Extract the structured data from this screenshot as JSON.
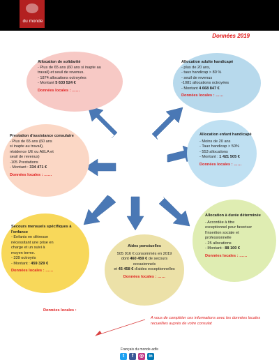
{
  "header": {
    "logo_text": "du monde",
    "year": "Données 2019"
  },
  "bubbles": {
    "solidarite": {
      "title": "Allocation de solidarité",
      "lines": [
        "- Plus de 65 ans (60 ans si inapte au",
        "travail) et seuil de revenus.",
        "- 1874 allocations octroyées"
      ],
      "amount_label": "- Montant ",
      "amount": "5 633 524 €",
      "local": "Données locales : ……"
    },
    "handicap_adulte": {
      "title": "Allocation adulte handicapé",
      "lines": [
        "- plus de 20 ans,",
        "- taux handicap > 80 %",
        "- seuil de revenus",
        "-1081 allocations octroyées"
      ],
      "amount_label": "- Montant ",
      "amount": "4 668 847 €",
      "local": "Données locales : ……"
    },
    "prestation": {
      "title": "Prestation d'assistance consulaire",
      "lines": [
        "- Plus de 65 ans (60 ans",
        "si inapte au travail),",
        "résidence UE ou AELA et",
        "seuil de revenus)",
        "-105 Prestations"
      ],
      "amount_label": "- Montant : ",
      "amount": "334 471 €",
      "local": "Données locales : ……"
    },
    "enfant_handicape": {
      "title": "Allocation enfant handicapé",
      "lines": [
        "- Moins de 20 ans",
        "- Taux handicap > 50%",
        "- 553 allocations"
      ],
      "amount_label": "- Montant : ",
      "amount": "1 421 505 €",
      "local": "Données locales : ……"
    },
    "secours_enfance": {
      "title": "Secours mensuels spécifiques à l'enfance",
      "lines": [
        "- Enfants en détresse",
        "nécessitant une prise en",
        "charge et un suivi à",
        "moyen terme.",
        "- 339 octroyés"
      ],
      "amount_label": "- Montant : ",
      "amount": "459 329 €",
      "local": "Données locales : ……"
    },
    "aides_ponctuelles": {
      "title": "Aides ponctuelles",
      "line1": "505 916 € consommés en 2019",
      "line2_prefix": "dont ",
      "line2_bold": "460 459 €",
      "line2_suffix": " de secours",
      "line3": "occasionnels",
      "line4_prefix": "et ",
      "line4_bold": "45 458 €",
      "line4_suffix": " d'aides exceptionnelles",
      "local": "Données locales : ……"
    },
    "duree_determinee": {
      "title": "Allocation à durée déterminée",
      "lines": [
        "- Accordée à titre",
        "exceptionnel pour favoriser",
        "l'insertion sociale et",
        "professionnelle",
        "- 25 allocations"
      ],
      "amount_label": "- Montant : ",
      "amount": "88 100 €",
      "local": "Données locales : ……"
    }
  },
  "local_bottom": "Données locales :",
  "footnote": "A vous de compléter ces informations avec les données locales recueillies auprès de votre consulat",
  "follow_text": "Français du monde-adfe",
  "social": [
    {
      "name": "twitter-icon",
      "glyph": "t",
      "color": "#1da1f2"
    },
    {
      "name": "facebook-icon",
      "glyph": "f",
      "color": "#3b5998"
    },
    {
      "name": "instagram-icon",
      "glyph": "◎",
      "color": "#c13584"
    },
    {
      "name": "linkedin-icon",
      "glyph": "in",
      "color": "#0077b5"
    }
  ],
  "colors": {
    "bubble_pink": "#f7c9c5",
    "bubble_blue": "#b7d9ec",
    "bubble_peach": "#fbd7c5",
    "bubble_light_blue": "#bfe0f2",
    "bubble_yellow": "#f8d85a",
    "bubble_khaki": "#ece1a8",
    "bubble_green": "#dfedb2",
    "arrow": "#4a78b5",
    "accent_red": "#e02020"
  }
}
